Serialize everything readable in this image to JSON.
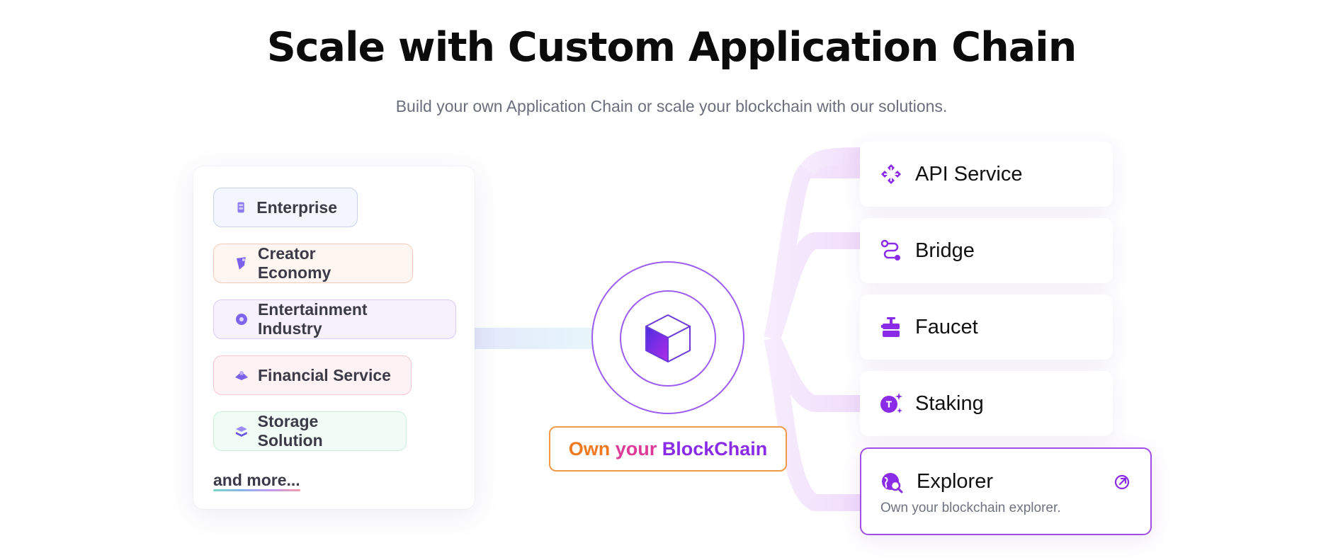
{
  "header": {
    "title": "Scale with Custom Application Chain",
    "subtitle": "Build your own Application Chain or scale your blockchain with our solutions."
  },
  "use_cases": {
    "items": [
      {
        "label": "Enterprise",
        "icon": "enterprise-icon"
      },
      {
        "label": "Creator Economy",
        "icon": "creator-icon"
      },
      {
        "label": "Entertainment Industry",
        "icon": "entertainment-icon"
      },
      {
        "label": "Financial Service",
        "icon": "financial-icon"
      },
      {
        "label": "Storage Solution",
        "icon": "storage-icon"
      }
    ],
    "more_label": "and more..."
  },
  "hub": {
    "icon": "cube-icon",
    "cta_part1": "Own",
    "cta_part2": "your",
    "cta_part3": "BlockChain"
  },
  "services": {
    "items": [
      {
        "label": "API Service",
        "icon": "api-icon"
      },
      {
        "label": "Bridge",
        "icon": "bridge-icon"
      },
      {
        "label": "Faucet",
        "icon": "faucet-icon"
      },
      {
        "label": "Staking",
        "icon": "staking-icon"
      }
    ],
    "explorer": {
      "label": "Explorer",
      "description": "Own your blockchain explorer.",
      "icon": "globe-search-icon",
      "link_icon": "external-link-icon"
    }
  },
  "colors": {
    "accent": "#8a2be8",
    "orange": "#f07a22",
    "pink": "#de3a9a"
  }
}
